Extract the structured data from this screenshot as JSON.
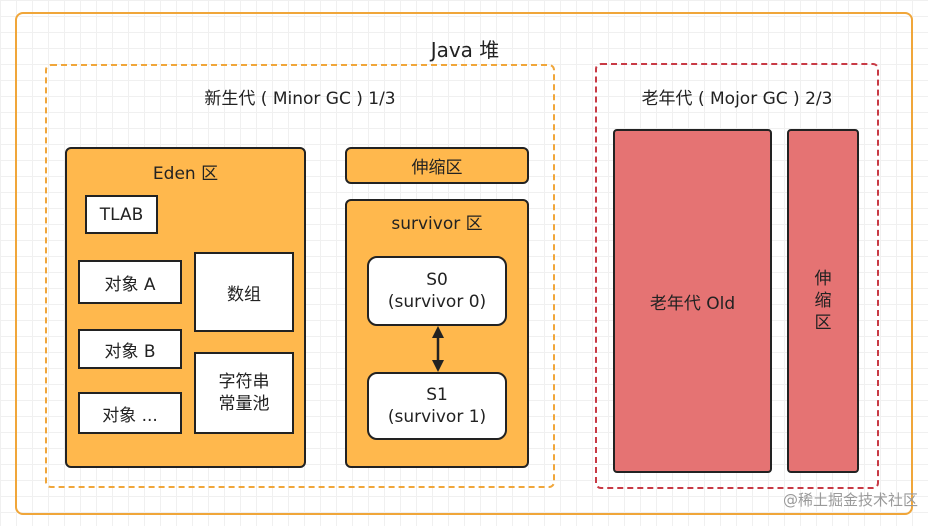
{
  "heap": {
    "title": "Java 堆",
    "border_color": "#f0a63a"
  },
  "young_gen": {
    "title": "新生代 ( Minor GC ) 1/3",
    "eden": {
      "title": "Eden 区",
      "tlab": "TLAB",
      "object_a": "对象 A",
      "object_b": "对象 B",
      "object_more": "对象 ...",
      "array": "数组",
      "string_pool": "字符串\n常量池"
    },
    "stretch_area": "伸缩区",
    "survivor": {
      "title": "survivor 区",
      "s0": "S0\n(survivor 0)",
      "s1": "S1\n(survivor 1)"
    },
    "fill_color": "#ffb84d"
  },
  "old_gen": {
    "title": "老年代 ( Mojor GC ) 2/3",
    "old_area": "老年代 Old",
    "stretch_area": "伸\n缩\n区",
    "border_color": "#c83a45",
    "fill_color": "#e57373"
  },
  "watermark": "@稀土掘金技术社区",
  "icons": {
    "swap_arrow": "double-headed-arrow-icon"
  }
}
